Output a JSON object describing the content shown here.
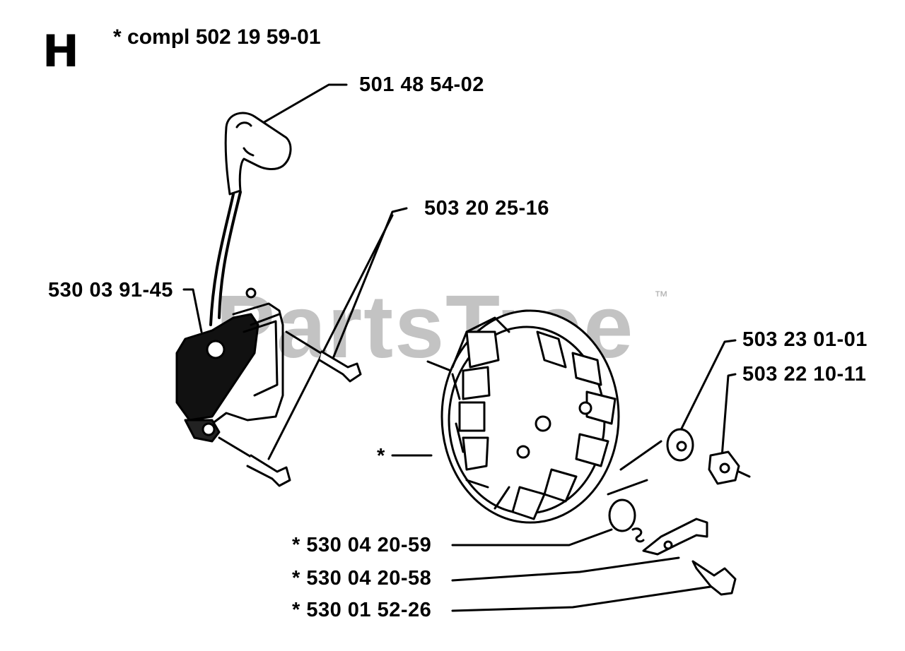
{
  "section_letter": "H",
  "assembly_note": "* compl 502 19 59-01",
  "watermark": {
    "text": "PartsTree",
    "tm": "™"
  },
  "parts": {
    "spark_cap": "501 48 54-02",
    "screw_top": "503 20 25-16",
    "ignition_module": "530 03 91-45",
    "washer": "503 23 01-01",
    "nut": "503 22 10-11",
    "flywheel": "*",
    "spring": "* 530 04 20-59",
    "pawl": "* 530 04 20-58",
    "pawl_screw": "* 530 01 52-26"
  }
}
